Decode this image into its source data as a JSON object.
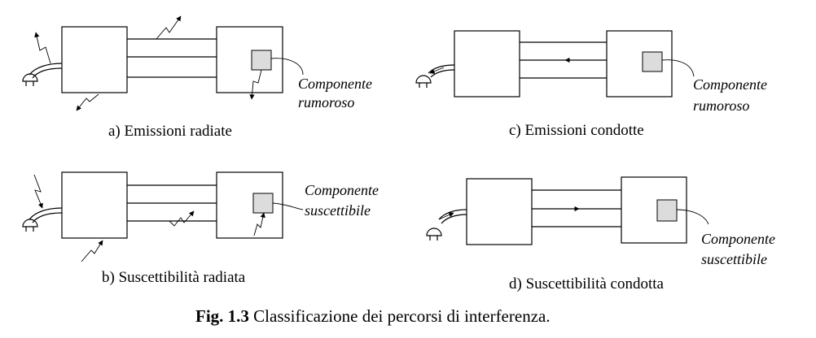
{
  "panels": {
    "a": {
      "caption": "a) Emissioni radiate",
      "component_line1": "Componente",
      "component_line2": "rumoroso"
    },
    "b": {
      "caption": "b) Suscettibilità radiata",
      "component_line1": "Componente",
      "component_line2": "suscettibile"
    },
    "c": {
      "caption": "c) Emissioni condotte",
      "component_line1": "Componente",
      "component_line2": "rumoroso"
    },
    "d": {
      "caption": "d) Suscettibilità condotta",
      "component_line1": "Componente",
      "component_line2": "suscettibile"
    }
  },
  "figure": {
    "number": "Fig. 1.3",
    "caption": " Classificazione dei percorsi di interferenza."
  },
  "icons": [
    "power-plug-icon",
    "lightning-arrow-icon",
    "signal-flow-arrow-icon"
  ]
}
